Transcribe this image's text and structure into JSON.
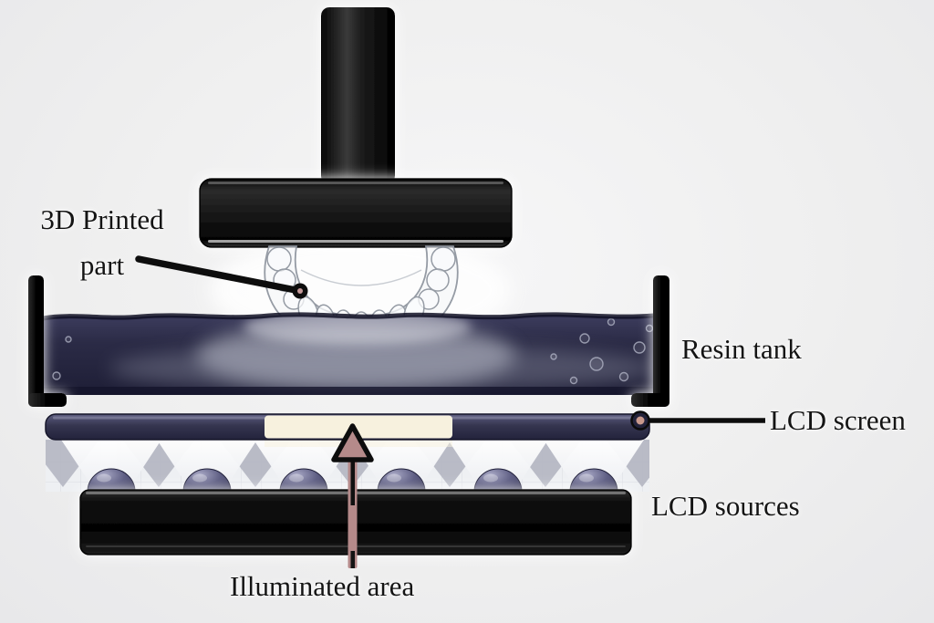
{
  "labels": {
    "printed_part_line1": "3D Printed",
    "printed_part_line2": "part",
    "resin_tank": "Resin tank",
    "lcd_screen": "LCD screen",
    "lcd_sources": "LCD sources",
    "illuminated_area": "Illuminated area"
  },
  "colors": {
    "background": "#efefef",
    "machine_black": "#0c0c0c",
    "resin_navy": "#26263f",
    "lcd_bar_navy": "#3c3c5c",
    "illuminated_cream": "#f7f1de",
    "led_dome": "#45456a",
    "arrow_pink": "#b58a8a",
    "label_text": "#141414"
  }
}
